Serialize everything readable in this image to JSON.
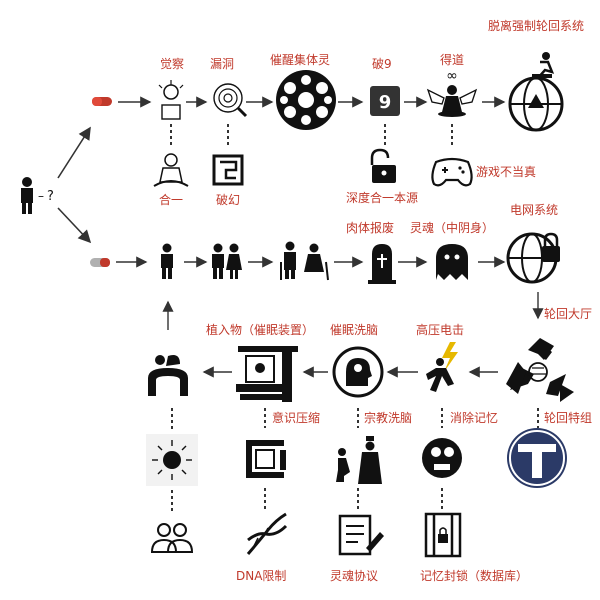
{
  "colors": {
    "accent_red": "#c0392b",
    "ink": "#1a1a1a",
    "badge_blue": "#2b3a67"
  },
  "start": {
    "question": "?"
  },
  "top_row": {
    "awareness": "觉察",
    "loophole": "漏洞",
    "awaken_collective": "催醒集体灵",
    "break9": "破9",
    "break9_digit": "9",
    "attain_dao": "得道",
    "infinity": "∞",
    "escape": "脱离强制轮回系统"
  },
  "top_under": {
    "unity": "合一",
    "illusion": "破幻",
    "deep_union": "深度合一本源",
    "game_not_real": "游戏不当真"
  },
  "mid_row": {
    "body_release": "肉体报废",
    "soul": "灵魂（中阴身）",
    "grid": "电网系统"
  },
  "reincarnation_hall": "轮回大厅",
  "bottom_row": {
    "implant": "植入物（催眠装置）",
    "hypno_wash": "催眠洗脑",
    "high_voltage": "高压电击",
    "erase_memory": "消除记忆",
    "reincarnation_group": "轮回特组",
    "conscious_compress": "意识压缩",
    "religious_wash": "宗教洗脑"
  },
  "last_row": {
    "dna": "DNA限制",
    "soul_contract": "灵魂协议",
    "memory_lock": "记忆封锁（数据库）"
  }
}
